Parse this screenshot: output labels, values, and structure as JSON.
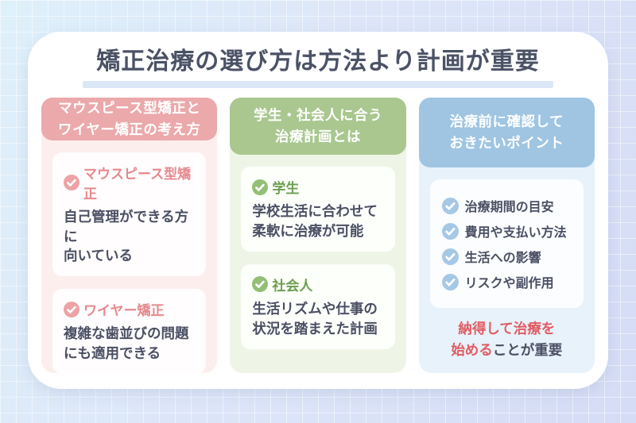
{
  "title": {
    "text": "矯正治療の選び方は方法より計画が重要"
  },
  "colors": {
    "title_text": "#4b5266",
    "title_underline": "#dbe7f7",
    "pink_accent": "#eba9ab",
    "pink_panel": "#fdeeee",
    "pink_label": "#e6898d",
    "green_accent": "#a9c78f",
    "green_panel": "#eef5e7",
    "green_label": "#6b9e4f",
    "blue_accent": "#9fc5e3",
    "blue_panel": "#e8f2fb",
    "red_highlight": "#e05c63",
    "body_text": "#4a4f63"
  },
  "columns": [
    {
      "header": "マウスピース型矯正と\nワイヤー矯正の考え方",
      "cards": [
        {
          "label": "マウスピース型矯正",
          "desc": "自己管理ができる方に\n向いている"
        },
        {
          "label": "ワイヤー矯正",
          "desc": "複雑な歯並びの問題\nにも適用できる"
        }
      ]
    },
    {
      "header": "学生・社会人に合う\n治療計画とは",
      "cards": [
        {
          "label": "学生",
          "desc": "学校生活に合わせて\n柔軟に治療が可能"
        },
        {
          "label": "社会人",
          "desc": "生活リズムや仕事の\n状況を踏まえた計画"
        }
      ]
    },
    {
      "header": "治療前に確認して\nおきたいポイント",
      "checklist": [
        "治療期間の目安",
        "費用や支払い方法",
        "生活への影響",
        "リスクや副作用"
      ],
      "footer": {
        "highlight": "納得して治療を\n始める",
        "rest": "ことが重要"
      }
    }
  ]
}
